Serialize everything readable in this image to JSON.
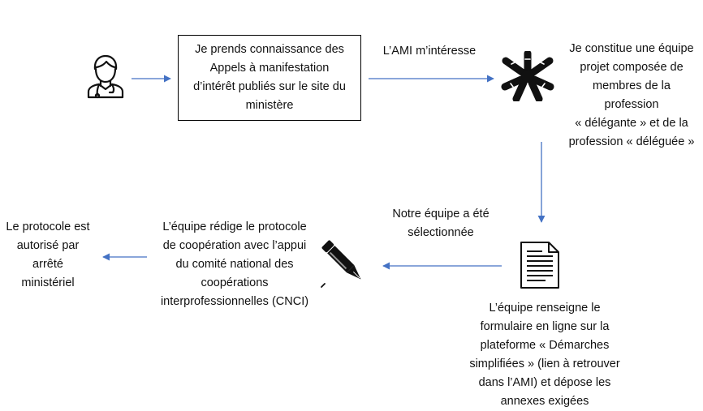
{
  "steps": {
    "step1": [
      "Je prends connaissance des",
      "Appels à manifestation",
      "d’intérêt publiés sur le site du",
      "ministère"
    ],
    "label_ami": "L’AMI m’intéresse",
    "step2": [
      "Je constitue une équipe",
      "projet composée de",
      "membres de la",
      "profession",
      "« délégante » et de la",
      "profession « déléguée »"
    ],
    "step3": [
      "L’équipe renseigne le",
      "formulaire en ligne sur la",
      "plateforme « Démarches",
      "simplifiées » (lien à retrouver",
      "dans l’AMI) et dépose les",
      "annexes exigées"
    ],
    "label_selected": [
      "Notre équipe a été",
      "sélectionnée"
    ],
    "step4": [
      "L’équipe rédige le protocole",
      "de coopération avec l’appui",
      "du comité national des",
      "coopérations",
      "interprofessionnelles (CNCI)"
    ],
    "step5": [
      "Le protocole est",
      "autorisé par",
      "arrêté",
      "ministériel"
    ]
  },
  "colors": {
    "arrow": "#4472C4",
    "icon": "#111111",
    "box_border": "#000000"
  },
  "icons": [
    "doctor-icon",
    "team-hands-icon",
    "document-icon",
    "pen-icon"
  ]
}
